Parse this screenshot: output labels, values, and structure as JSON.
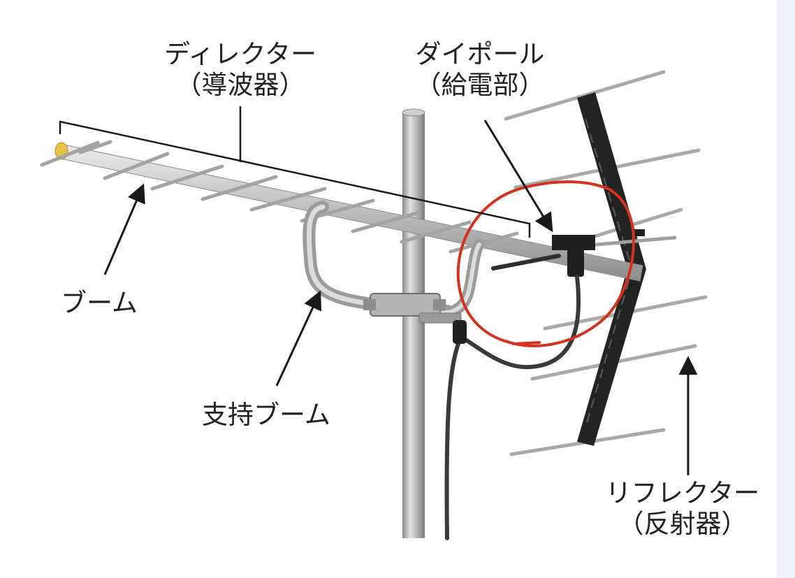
{
  "labels": {
    "director": {
      "line1": "ディレクター",
      "line2": "（導波器）"
    },
    "dipole": {
      "line1": "ダイポール",
      "line2": "（給電部）"
    },
    "boom": {
      "text": "ブーム"
    },
    "support_boom": {
      "text": "支持ブーム"
    },
    "reflector": {
      "line1": "リフレクター",
      "line2": "（反射器）"
    }
  },
  "colors": {
    "background": "#ffffff",
    "side_strip": "#f0f1fb",
    "metal_light": "#d3d3d3",
    "metal_mid": "#a9a9a9",
    "metal_dark": "#7c7c7c",
    "reflector_frame": "#232323",
    "cable": "#3a3a3a",
    "highlight_circle": "#d2321f",
    "end_cap": "#e8c14a",
    "text": "#222222",
    "leader_line": "#1a1a1a"
  },
  "icons": {
    "arrow": "arrowhead-icon",
    "highlight": "hand-drawn-circle-icon"
  }
}
